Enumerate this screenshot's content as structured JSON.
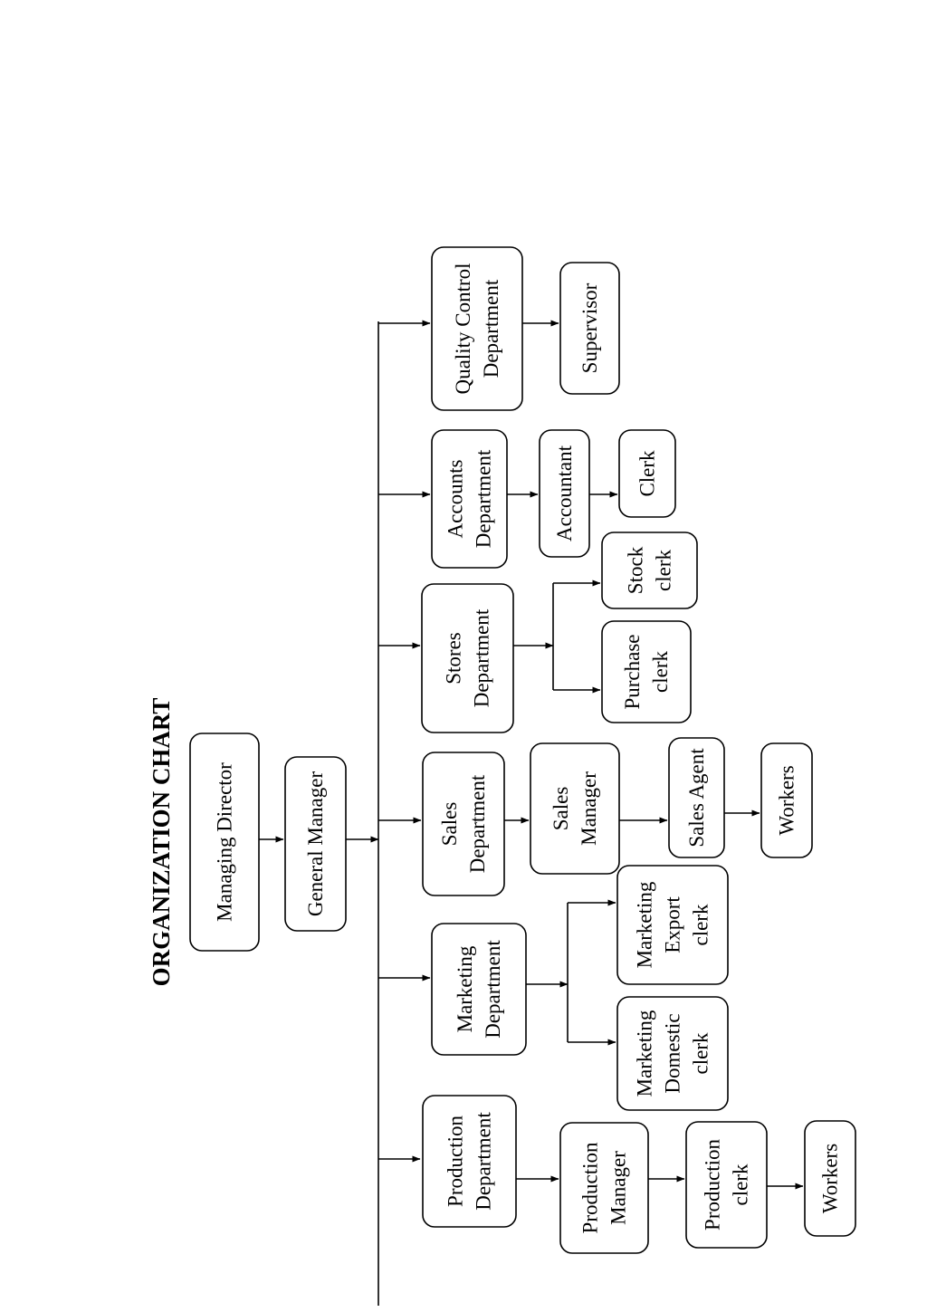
{
  "title": "ORGANIZATION CHART",
  "nodes": {
    "managing_director": [
      "Managing Director"
    ],
    "general_manager": [
      "General Manager"
    ],
    "production_department": [
      "Production",
      "Department"
    ],
    "production_manager": [
      "Production",
      "Manager"
    ],
    "production_clerk": [
      "Production",
      "clerk"
    ],
    "production_workers": [
      "Workers"
    ],
    "marketing_department": [
      "Marketing",
      "Department"
    ],
    "marketing_domestic_clerk": [
      "Marketing",
      "Domestic",
      "clerk"
    ],
    "marketing_export_clerk": [
      "Marketing",
      "Export",
      "clerk"
    ],
    "sales_department": [
      "Sales",
      "Department"
    ],
    "sales_manager": [
      "Sales",
      "Manager"
    ],
    "sales_agent": [
      "Sales Agent"
    ],
    "sales_workers": [
      "Workers"
    ],
    "stores_department": [
      "Stores",
      "Department"
    ],
    "purchase_clerk": [
      "Purchase",
      "clerk"
    ],
    "stock_clerk": [
      "Stock",
      "clerk"
    ],
    "accounts_department": [
      "Accounts",
      "Department"
    ],
    "accountant": [
      "Accountant"
    ],
    "accounts_clerk": [
      "Clerk"
    ],
    "quality_control_department": [
      "Quality Control",
      "Department"
    ],
    "supervisor": [
      "Supervisor"
    ]
  }
}
